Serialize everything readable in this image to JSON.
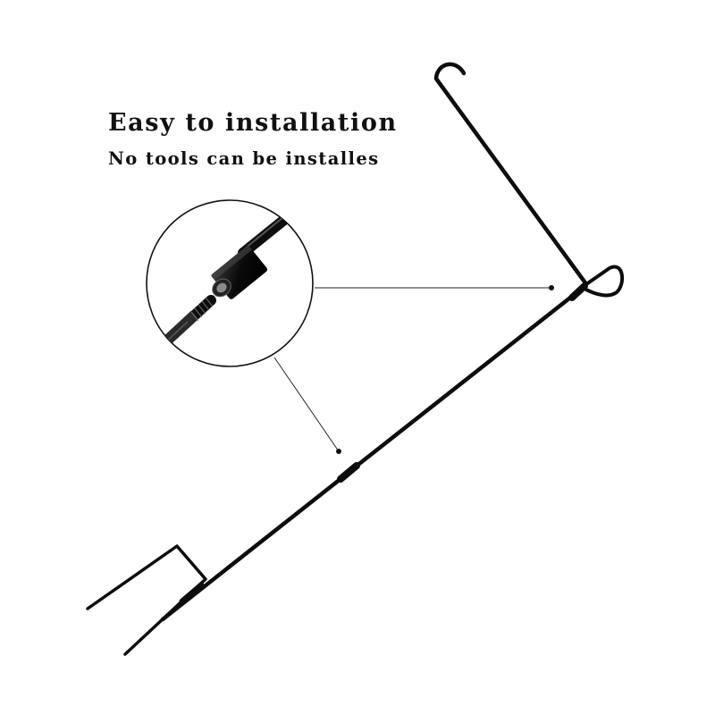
{
  "headline": "Easy to installation",
  "subline": "No tools can be installes",
  "colors": {
    "background": "#ffffff",
    "text": "#111111",
    "metal": "#0d0d0d",
    "callout_line": "#222222"
  },
  "illustration": {
    "subject": "garden-flag-stand",
    "detail_callout": "threaded-connector-zoom"
  }
}
